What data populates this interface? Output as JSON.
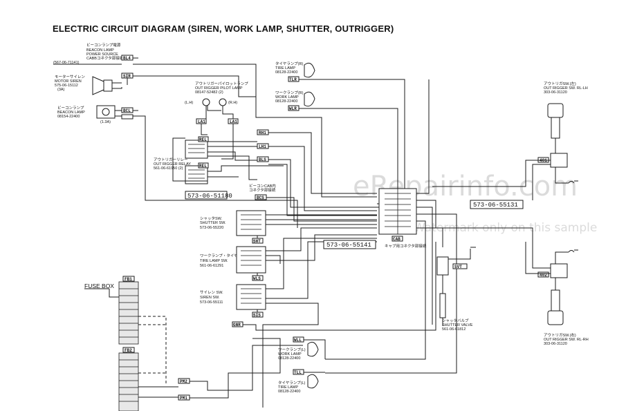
{
  "title": "ELECTRIC CIRCUIT DIAGRAM (SIREN, WORK LAMP, SHUTTER, OUTRIGGER)",
  "watermark": {
    "site": "eRepairinfo.com",
    "note": "Watermark only on this sample"
  },
  "beacon_source": {
    "jp": "ビーコンランプ電源",
    "en1": "BEACON LAMP",
    "en2": "POWER SOURCE",
    "en3": "CABBコネクタ部接続",
    "tag": "BL4",
    "ref": "(567-06-71141)"
  },
  "motor_siren": {
    "jp": "モーターサイレン",
    "en": "MOTOR SIREN",
    "pn": "575-06-15112",
    "amp": "(3A)",
    "tag": "SIR"
  },
  "beacon_lamp": {
    "jp": "ビーコンランプ",
    "en": "BEACON LAMP",
    "pn": "08154-22400",
    "amp": "(1.3A)",
    "tag": "BCL"
  },
  "outrigger_pilot": {
    "jp": "アウトリガーパイロットランプ",
    "en": "OUT RIGGER PILOT LAMP",
    "pn": "08147-52482 (2)",
    "left": "(L.H)",
    "right": "(R.H)",
    "tag_l": "LA1",
    "tag_r": "LA1"
  },
  "relay_tags": [
    "RH1",
    "REL",
    "LH1",
    "BLS",
    "REL"
  ],
  "outrigger_relay": {
    "jp": "アウトリガーリレー",
    "en": "OUT RIGGER RELAY",
    "pn": "561-06-61950 (2)"
  },
  "part_573_51180": "573-06-51180",
  "beacon_cab": {
    "jp1": "ビーコンCAB内",
    "jp2": "コネクタ部接続",
    "tag": "BCS"
  },
  "shutter_sw": {
    "jp": "シャッタSW.",
    "en": "SHUTTER SW.",
    "pn": "573-06-55220",
    "tag": "SHT"
  },
  "worklamp_sw": {
    "jp": "ワークランプ・タイヤランプ SW.",
    "en": "TIRE LAMP SW.",
    "pn": "561-06-61291",
    "tag": "WLS"
  },
  "siren_sw": {
    "jp": "サイレン SW.",
    "en": "SIREN SW.",
    "pn": "573-06-55111",
    "tag": "SIS"
  },
  "gnd_tag": "GNR",
  "fuse_box": {
    "label": "FUSE BOX",
    "tag1": "FB1",
    "tag2": "FB2"
  },
  "pm_tags": [
    "PM2",
    "PM1"
  ],
  "tire_lamp_r": {
    "jp": "タイヤランプ(R)",
    "en": "TIRE LAMP",
    "pn": "08128-22400",
    "tag": "TLR"
  },
  "work_lamp_r": {
    "jp": "ワークランプ(R)",
    "en": "WORK LAMP",
    "pn": "08128-22400",
    "tag": "WLR"
  },
  "part_573_55141": "573-06-55141",
  "cab_connector": {
    "tag": "CAB",
    "jp": "キャブ用コネクタ部接続"
  },
  "shutter_valve": {
    "tag": "SVT",
    "jp": "シャッタバルブ",
    "en": "SHUTTER VALVE",
    "pn": "561-06-61812"
  },
  "work_lamp_l": {
    "jp": "ワークランプ(L)",
    "en": "WORK LAMP",
    "pn": "08128-22400",
    "tag": "WLL"
  },
  "tire_lamp_l": {
    "jp": "タイヤランプ(L)",
    "en": "TIRE LAMP",
    "pn": "08128-22400",
    "tag": "TLL"
  },
  "part_573_55131": "573-06-55131",
  "outrigger_sw_top": {
    "jp": "アウトリガSW.(左)",
    "en": "OUT RIGGER SW. RL-LH",
    "pn": "303-06-31120",
    "tag": "401"
  },
  "outrigger_sw_bottom": {
    "jp": "アウトリガSW.(右)",
    "en": "OUT RIGGER SW. RL-RH",
    "pn": "303-06-31120",
    "tag": "402"
  }
}
